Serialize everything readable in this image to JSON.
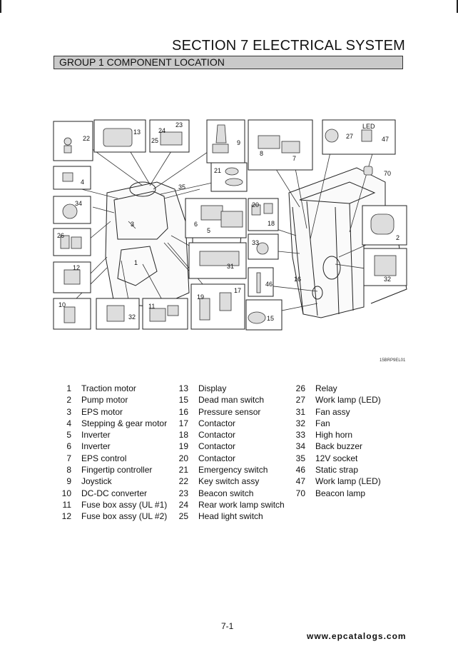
{
  "header": {
    "section_title": "SECTION 7 ELECTRICAL SYSTEM",
    "group_title": "GROUP 1 COMPONENT LOCATION"
  },
  "figure": {
    "code": "15BRP9EL01",
    "led_label": "LED",
    "callouts": [
      "22",
      "13",
      "24",
      "23",
      "25",
      "9",
      "8",
      "7",
      "27",
      "47",
      "4",
      "21",
      "70",
      "35",
      "34",
      "3",
      "20",
      "18",
      "6",
      "5",
      "2",
      "26",
      "33",
      "1",
      "31",
      "12",
      "46",
      "16",
      "32",
      "10",
      "32",
      "11",
      "19",
      "17",
      "15"
    ]
  },
  "legend": {
    "col1": [
      {
        "num": "1",
        "label": "Traction motor"
      },
      {
        "num": "2",
        "label": "Pump motor"
      },
      {
        "num": "3",
        "label": "EPS motor"
      },
      {
        "num": "4",
        "label": "Stepping & gear motor"
      },
      {
        "num": "5",
        "label": "Inverter"
      },
      {
        "num": "6",
        "label": "Inverter"
      },
      {
        "num": "7",
        "label": "EPS control"
      },
      {
        "num": "8",
        "label": "Fingertip controller"
      },
      {
        "num": "9",
        "label": "Joystick"
      },
      {
        "num": "10",
        "label": "DC-DC converter"
      },
      {
        "num": "11",
        "label": "Fuse box assy (UL #1)"
      },
      {
        "num": "12",
        "label": "Fuse box assy (UL #2)"
      }
    ],
    "col2": [
      {
        "num": "13",
        "label": "Display"
      },
      {
        "num": "15",
        "label": "Dead man switch"
      },
      {
        "num": "16",
        "label": "Pressure sensor"
      },
      {
        "num": "17",
        "label": "Contactor"
      },
      {
        "num": "18",
        "label": "Contactor"
      },
      {
        "num": "19",
        "label": "Contactor"
      },
      {
        "num": "20",
        "label": "Contactor"
      },
      {
        "num": "21",
        "label": "Emergency switch"
      },
      {
        "num": "22",
        "label": "Key switch assy"
      },
      {
        "num": "23",
        "label": "Beacon switch"
      },
      {
        "num": "24",
        "label": "Rear work lamp switch"
      },
      {
        "num": "25",
        "label": "Head light switch"
      }
    ],
    "col3": [
      {
        "num": "26",
        "label": "Relay"
      },
      {
        "num": "27",
        "label": "Work lamp (LED)"
      },
      {
        "num": "31",
        "label": "Fan assy"
      },
      {
        "num": "32",
        "label": "Fan"
      },
      {
        "num": "33",
        "label": "High horn"
      },
      {
        "num": "34",
        "label": "Back buzzer"
      },
      {
        "num": "35",
        "label": "12V socket"
      },
      {
        "num": "46",
        "label": "Static strap"
      },
      {
        "num": "47",
        "label": "Work lamp (LED)"
      },
      {
        "num": "70",
        "label": "Beacon lamp"
      }
    ]
  },
  "footer": {
    "page_number": "7-1",
    "watermark": "www.epcatalogs.com"
  }
}
